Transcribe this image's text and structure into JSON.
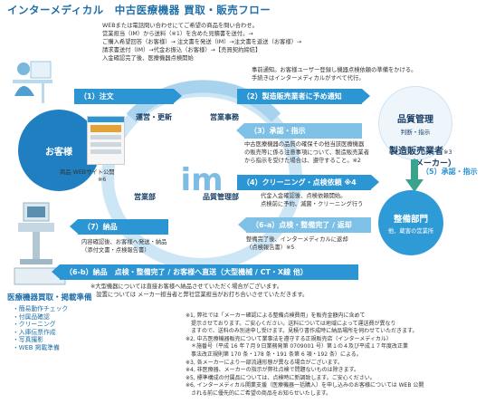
{
  "title": "インターメディカル　中古医療機器 買取・販売フロー",
  "top_note": [
    "WEBまたは電話問い合わせにてご希望の商品を問い合わせ。",
    "営業担当（IM）から送料（※1）を含めた見積書を送付。→",
    "ご購入希望回答（お客様）→ 注文書を発送（IM）→注文書を返送（お客様）→",
    "請求書送付（IM）→代金お振込（お客様）→【売買契約締結】",
    "入金確認完了後、医療機器点検開始"
  ],
  "note_inspection_request": [
    "事前通知。お客様ユーザー登録し機器点検依頼の準備をかける。",
    "手続きはインターメディカルがすべて代行。"
  ],
  "note_approval": [
    "中古医療機器の品質の確保その他当該医療機器",
    "の販売等に係る注意事項について、製造販売業者",
    "から指示を受けた場合は、遵守すること。※2"
  ],
  "note_cleaning": [
    "代金入金確認後、点検依頼開始。",
    "点検前に予約、滅菌・クリーニング行う"
  ],
  "note_report": [
    "整備完了後、インターメディカルに返却",
    "（点検報告書）※5"
  ],
  "note_delivery": [
    "内容確認後、お客様へ発送・納品",
    "（添付文書・点検報告書）"
  ],
  "note_direct": [
    "※大型機器については直接お客様へ納品させていただく場合がございます。",
    "　設置については メーカー担当者と弊社営業担当がお打ち合いさせていただきます。"
  ],
  "steps": {
    "s1": "（1）注文",
    "s2": "（2）製造販売業者に予め通知",
    "s3": "（3）承認・指示",
    "s4": "（4）クリーニング・点検依頼 ※4",
    "s5": "（5）承認・指示",
    "s6a": "（6-a）点検・整備完了 / 返却",
    "s7": "（7）納品",
    "s6b": "（6-b）納品　点検・整備完了 / お客様へ直送（大型機械 / CT・X線 他）"
  },
  "nodes": {
    "customer": "お客様",
    "quality_mgmt": "品質管理",
    "quality_mgmt_sub": "判断・指示",
    "manufacturer": "製造販売業者",
    "manufacturer_ref": "※3",
    "manufacturer_sub": "（メーカー）",
    "maint_dept": "整備部門",
    "maint_dept_sub": "他、蔵害の営業所"
  },
  "ring": {
    "sales_update": "運営・更新",
    "sales_affairs": "営業事務",
    "sales_dept": "営業部",
    "quality_dept": "品質管理部",
    "logo": "im"
  },
  "web_site": "商品 WEBサイト公開",
  "web_site_ref": "※6",
  "purchase": {
    "title": "医療機器買取・掲載準備",
    "items": [
      "簡易動作チェック",
      "付属品確認",
      "クリーニング",
      "入庫伝票作成",
      "写真撮影",
      "WEB 掲載準備"
    ]
  },
  "footnotes": [
    "※1, 弊社では「メーカー確認による整備点検費用」を販売金額内に含めて",
    "　提示させております。ご安心ください。送料については地域によって運送費が異なり",
    "　ますので、送料のみ別途申し受けます。見積り書作成時に納品場所を伺わせていただきます。",
    "※2, 中古医療機器販売について業事法を遵守する正規販売店（インターメディカル）",
    "　＊施番号（平成 16 年７月９日業務発第 0709001 号）第１の４及び平成１７年度改正業",
    "　事法改正規則第 170 条・178 条・191 条第 6 項・192 条）による。",
    "※3, 各メーカーにより一部流通形態が異なる場合がございます。",
    "※4, 非医療器、メーカーの指示が弊社点検で問題ないものは除きます。",
    "※5, 標準構成の付属品については、点検時に新調致します。ご安心ください。",
    "※6, インターメディカル開業支援（医療機器一括購入）を申し込みのお客様については WEB 公開",
    "　される前に優先的にご希望の商品をお知らせいたします。"
  ]
}
